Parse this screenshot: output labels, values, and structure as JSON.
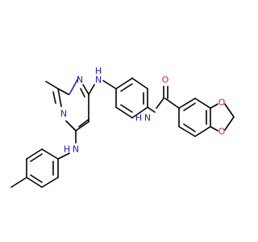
{
  "colors": {
    "carbon": "#000000",
    "nitrogen": "#1f1fd1",
    "oxygen": "#e01f1f",
    "background": "#ffffff"
  },
  "atom_labels": {
    "pyrimidine_n_left": "N",
    "pyrimidine_n_right": "N",
    "amine_nh_top": "H",
    "amine_n_top": "N",
    "amine_nh_bottom": "H",
    "amine_n_bottom": "N",
    "amide_nh": "H",
    "amide_n": "N",
    "carbonyl_o": "O",
    "dioxole_o_top": "O",
    "dioxole_o_bottom": "O"
  }
}
